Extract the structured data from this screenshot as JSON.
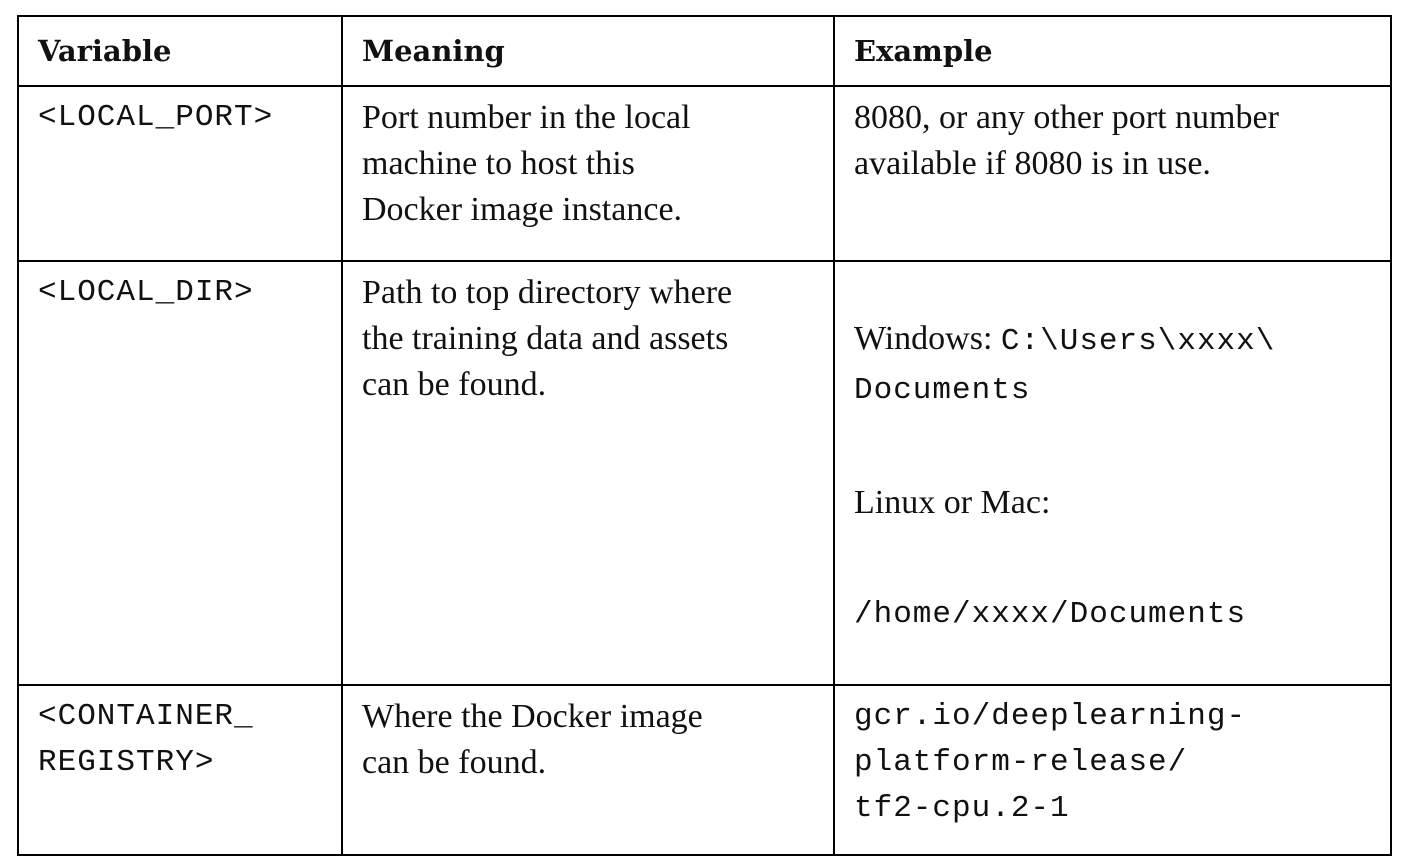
{
  "table": {
    "headers": {
      "variable": "Variable",
      "meaning": "Meaning",
      "example": "Example"
    },
    "rows": [
      {
        "variable": "<LOCAL_PORT>",
        "meaning": "Port number in the local\nmachine to host this\nDocker image instance.",
        "example": "8080, or any other port number\navailable if 8080 is in use."
      },
      {
        "variable": "<LOCAL_DIR>",
        "meaning": "Path to top directory where\nthe training data and assets\ncan be found.",
        "example_windows_label": "Windows: ",
        "example_windows_path_part1": "C:\\Users\\xxxx\\",
        "example_windows_path_part2": "Documents",
        "example_linux_label": "Linux or Mac:",
        "example_linux_path": "/home/xxxx/Documents"
      },
      {
        "variable": "<CONTAINER_\nREGISTRY>",
        "meaning": "Where the Docker image\ncan be found.",
        "example": "gcr.io/deeplearning-\nplatform-release/\ntf2-cpu.2-1"
      }
    ]
  }
}
